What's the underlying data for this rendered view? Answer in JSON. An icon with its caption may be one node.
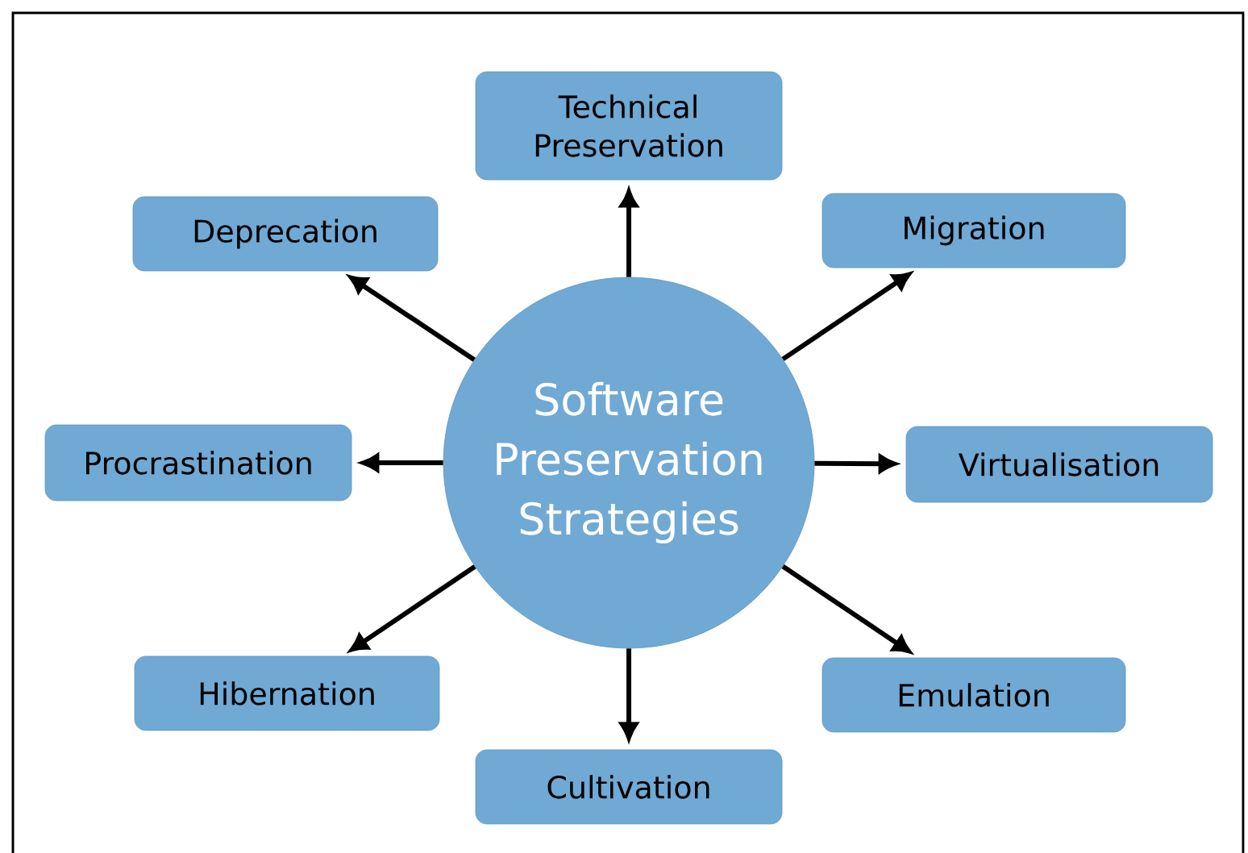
{
  "diagram": {
    "nodes": [
      {
        "text": [
          "Software Preservation Strategies"
        ]
      },
      {
        "text": [
          "Technical Preservation"
        ]
      },
      {
        "text": [
          "Migration"
        ]
      },
      {
        "text": [
          "Virtualisation"
        ]
      },
      {
        "text": [
          "Emulation"
        ]
      },
      {
        "text": [
          "Cultivation"
        ]
      },
      {
        "text": [
          "Hibernation"
        ]
      },
      {
        "text": [
          "Procrastination"
        ]
      },
      {
        "text": [
          "Deprecation"
        ]
      }
    ],
    "edges": [
      {
        "from": 0,
        "to": 1,
        "arrow": "to"
      },
      {
        "from": 0,
        "to": 2,
        "arrow": "to"
      },
      {
        "from": 0,
        "to": 3,
        "arrow": "to"
      },
      {
        "from": 0,
        "to": 4,
        "arrow": "to"
      },
      {
        "from": 0,
        "to": 5,
        "arrow": "to"
      },
      {
        "from": 0,
        "to": 6,
        "arrow": "to"
      },
      {
        "from": 0,
        "to": 7,
        "arrow": "to"
      },
      {
        "from": 0,
        "to": 8,
        "arrow": "to"
      }
    ]
  }
}
